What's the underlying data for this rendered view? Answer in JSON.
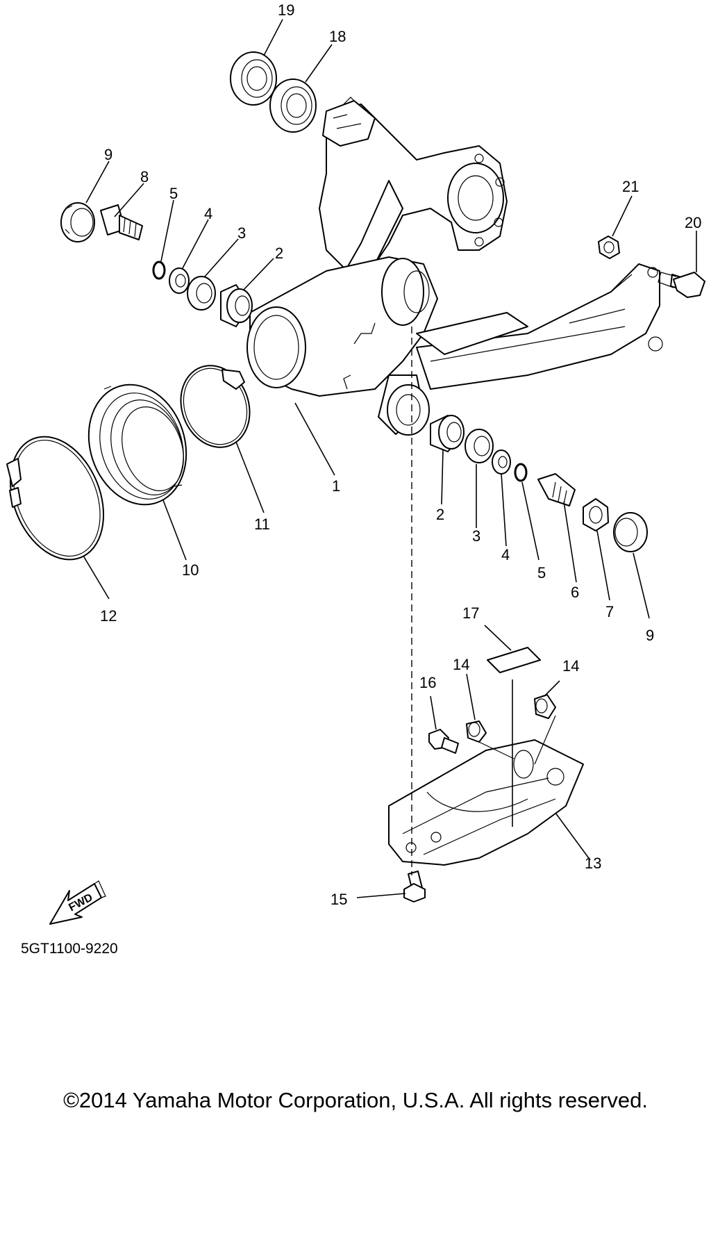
{
  "callouts": {
    "c1": "1",
    "c2a": "2",
    "c2b": "2",
    "c3a": "3",
    "c3b": "3",
    "c4a": "4",
    "c4b": "4",
    "c5a": "5",
    "c5b": "5",
    "c6": "6",
    "c7": "7",
    "c8": "8",
    "c9a": "9",
    "c9b": "9",
    "c10": "10",
    "c11": "11",
    "c12": "12",
    "c13": "13",
    "c14a": "14",
    "c14b": "14",
    "c15": "15",
    "c16": "16",
    "c17": "17",
    "c18": "18",
    "c19": "19",
    "c20": "20",
    "c21": "21"
  },
  "fwd_label": "FWD",
  "part_code": "5GT1100-9220",
  "copyright": "©2014 Yamaha Motor Corporation, U.S.A. All rights reserved."
}
